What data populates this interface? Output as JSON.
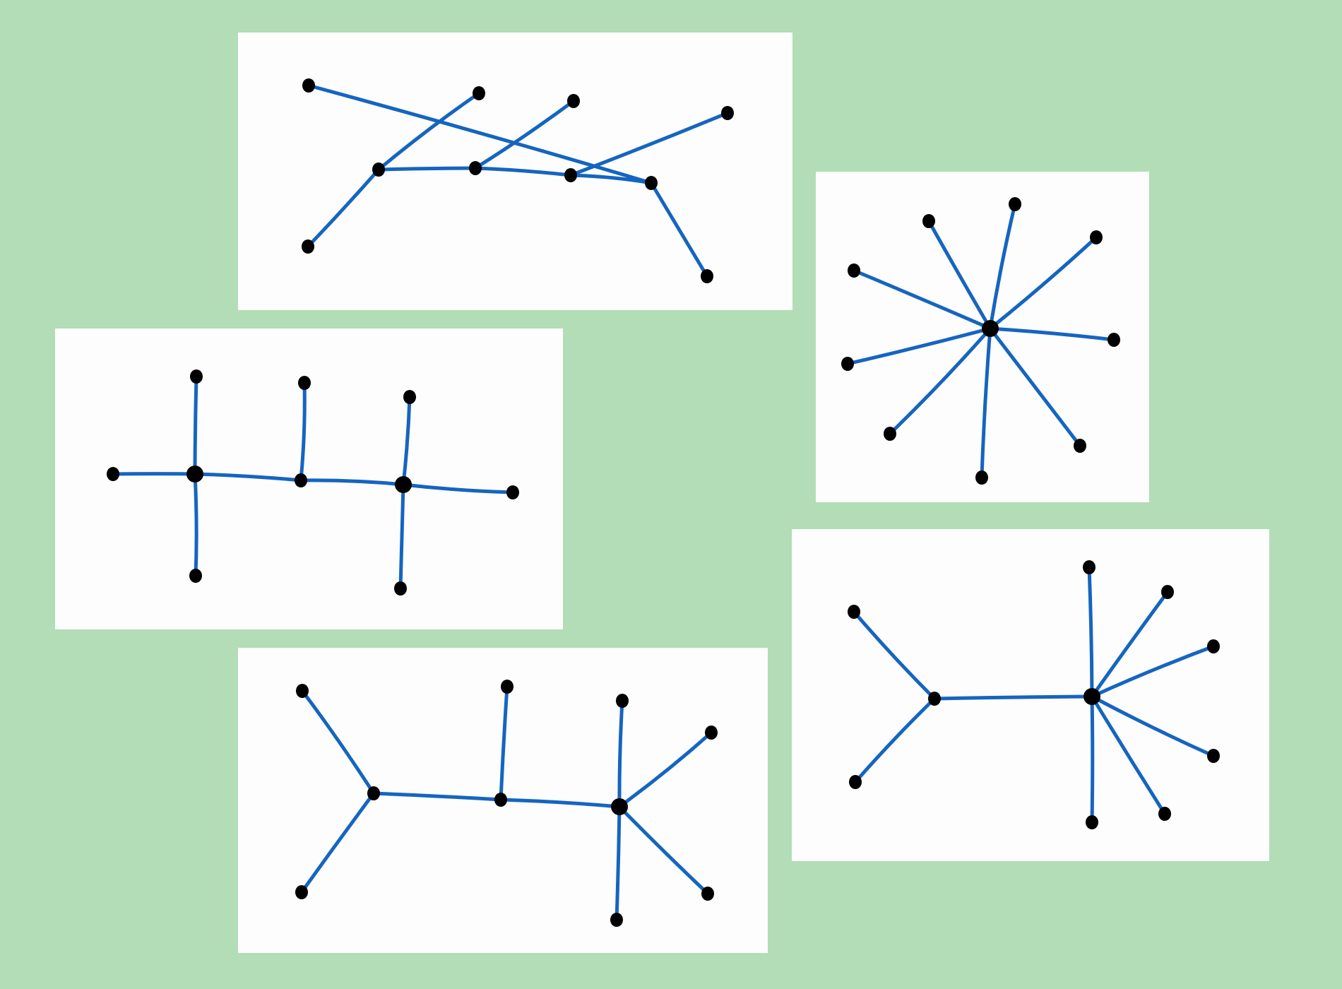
{
  "colors": {
    "background": "#b2ddb6",
    "card": "#fdfdfd",
    "edge": "#1565c0",
    "vertex": "#000000"
  },
  "graphs": [
    {
      "id": "caterpillar-a",
      "kind": "tree",
      "vertex_count": 10,
      "edges": [
        [
          0,
          1
        ],
        [
          1,
          2
        ],
        [
          2,
          3
        ],
        [
          3,
          4
        ],
        [
          0,
          5
        ],
        [
          0,
          6
        ],
        [
          1,
          7
        ],
        [
          2,
          8
        ],
        [
          3,
          9
        ]
      ]
    },
    {
      "id": "star",
      "kind": "tree",
      "vertex_count": 10,
      "edges": [
        [
          0,
          1
        ],
        [
          0,
          2
        ],
        [
          0,
          3
        ],
        [
          0,
          4
        ],
        [
          0,
          5
        ],
        [
          0,
          6
        ],
        [
          0,
          7
        ],
        [
          0,
          8
        ],
        [
          0,
          9
        ]
      ]
    },
    {
      "id": "double-comb",
      "kind": "tree",
      "vertex_count": 10,
      "edges": [
        [
          0,
          1
        ],
        [
          1,
          2
        ],
        [
          2,
          3
        ],
        [
          3,
          4
        ],
        [
          1,
          5
        ],
        [
          1,
          6
        ],
        [
          2,
          7
        ],
        [
          3,
          8
        ],
        [
          3,
          9
        ]
      ]
    },
    {
      "id": "broom",
      "kind": "tree",
      "vertex_count": 10,
      "edges": [
        [
          0,
          1
        ],
        [
          0,
          2
        ],
        [
          0,
          3
        ],
        [
          1,
          4
        ],
        [
          1,
          5
        ],
        [
          1,
          6
        ],
        [
          1,
          7
        ],
        [
          1,
          8
        ],
        [
          1,
          9
        ]
      ]
    },
    {
      "id": "caterpillar-b",
      "kind": "tree",
      "vertex_count": 10,
      "edges": [
        [
          0,
          1
        ],
        [
          1,
          2
        ],
        [
          0,
          3
        ],
        [
          0,
          4
        ],
        [
          1,
          5
        ],
        [
          2,
          6
        ],
        [
          2,
          7
        ],
        [
          2,
          8
        ],
        [
          2,
          9
        ]
      ]
    }
  ]
}
